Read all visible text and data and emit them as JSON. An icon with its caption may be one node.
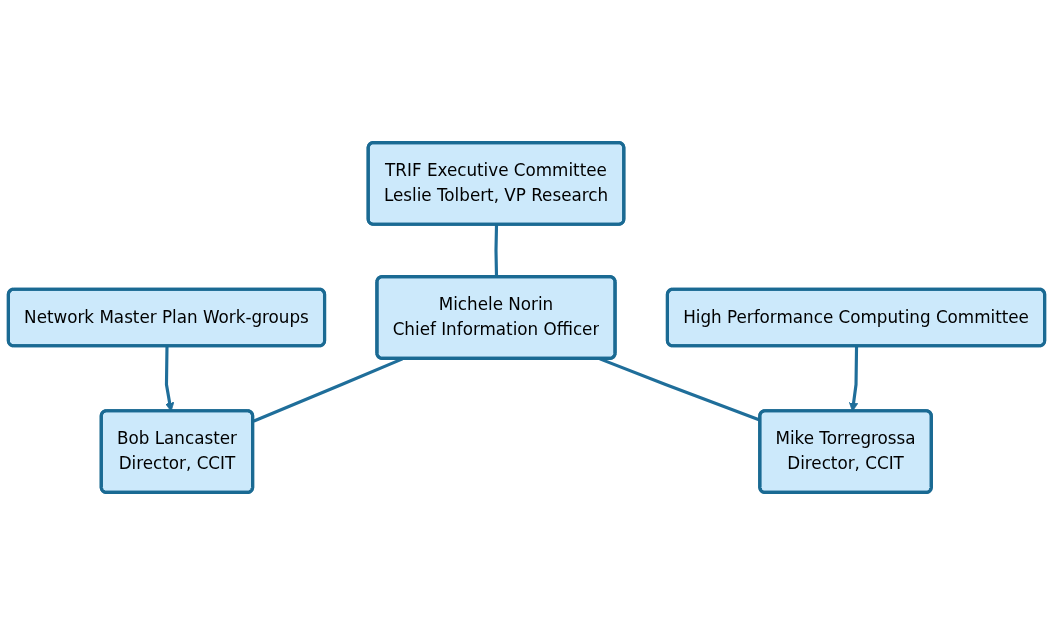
{
  "diagram": {
    "nodes": [
      {
        "text": [
          "TRIF Executive Committee",
          "Leslie Tolbert, VP Research"
        ]
      },
      {
        "text": [
          "Michele Norin",
          "Chief Information Officer"
        ]
      },
      {
        "text": [
          "Network Master Plan Work-groups"
        ]
      },
      {
        "text": [
          "High Performance Computing Committee"
        ]
      },
      {
        "text": [
          "Bob Lancaster",
          "Director, CCIT"
        ]
      },
      {
        "text": [
          "Mike Torregrossa",
          "Director, CCIT"
        ]
      }
    ],
    "edges": [
      {
        "from": 0,
        "to": 1,
        "arrow": "none"
      },
      {
        "from": 1,
        "to": 4,
        "arrow": "none"
      },
      {
        "from": 1,
        "to": 5,
        "arrow": "none"
      },
      {
        "from": 2,
        "to": 4,
        "arrow": "to"
      },
      {
        "from": 3,
        "to": 5,
        "arrow": "to"
      }
    ]
  }
}
